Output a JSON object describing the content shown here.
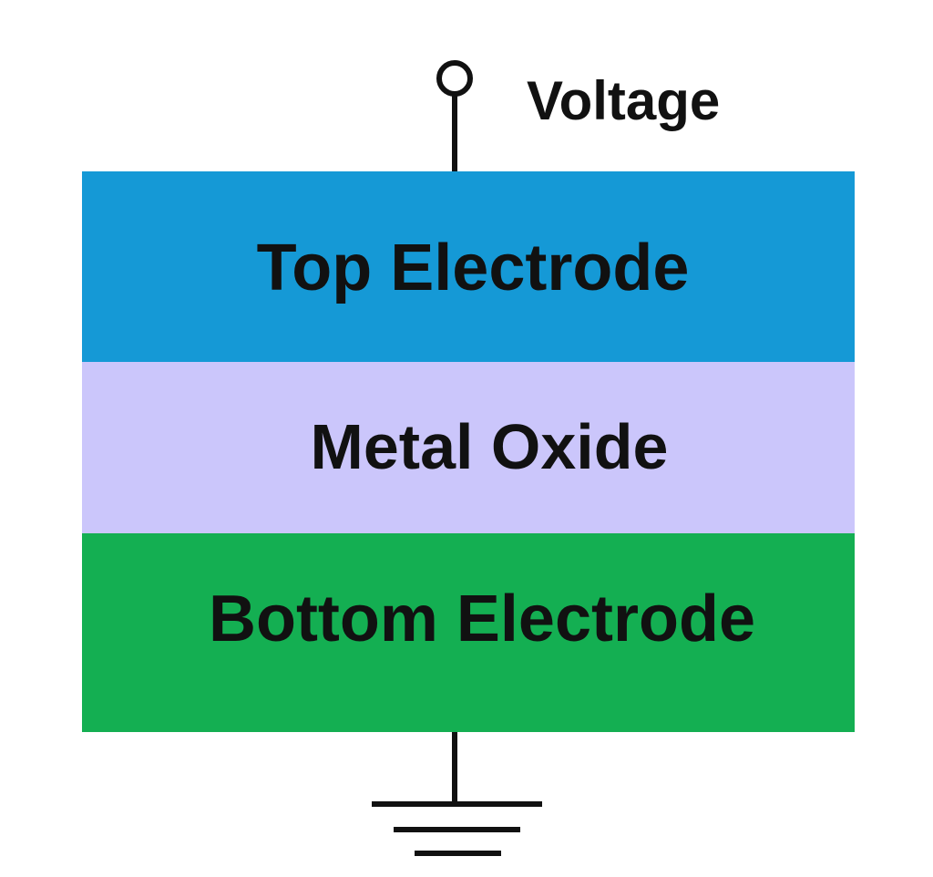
{
  "voltage": {
    "label": "Voltage"
  },
  "layers": {
    "top": {
      "label": "Top Electrode",
      "color": "#1599d6"
    },
    "middle": {
      "label": "Metal Oxide",
      "color": "#cbc6fb"
    },
    "bottom": {
      "label": "Bottom Electrode",
      "color": "#14af52"
    }
  },
  "symbols": {
    "terminal": "terminal-icon",
    "ground": "ground-icon"
  },
  "colors": {
    "wire": "#111111",
    "background": "#ffffff"
  }
}
